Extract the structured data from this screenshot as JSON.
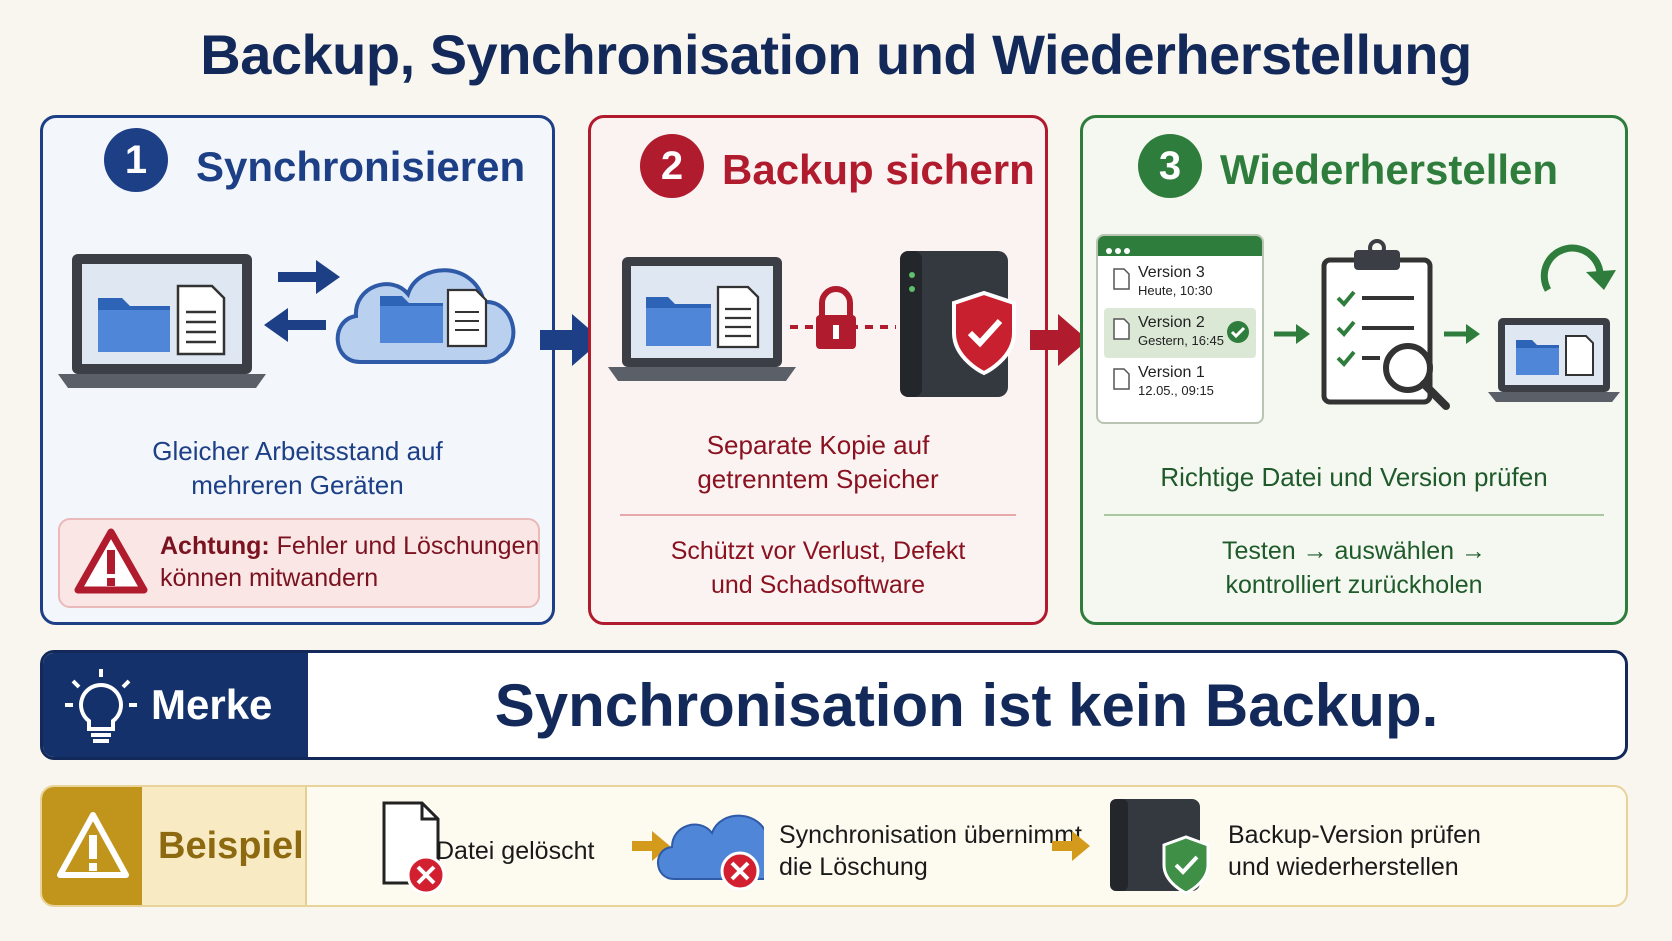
{
  "title": "Backup, Synchronisation und Wiederherstellung",
  "colors": {
    "blue": "#1c3f86",
    "red": "#b01b2d",
    "green": "#2f7d3c",
    "gold": "#c1951c",
    "navy": "#12295a"
  },
  "steps": [
    {
      "number": "1",
      "title": "Synchronisieren",
      "caption_lines": [
        "Gleicher Arbeitsstand auf",
        "mehreren Geräten"
      ],
      "warning_label": "Achtung:",
      "warning_rest": "Fehler und Löschungen",
      "warning_line2": "können mitwandern"
    },
    {
      "number": "2",
      "title": "Backup sichern",
      "caption_lines": [
        "Separate Kopie auf",
        "getrenntem Speicher"
      ],
      "detail_lines": [
        "Schützt vor Verlust, Defekt",
        "und Schadsoftware"
      ]
    },
    {
      "number": "3",
      "title": "Wiederherstellen",
      "versions": [
        {
          "name": "Version 3",
          "time": "Heute, 10:30"
        },
        {
          "name": "Version 2",
          "time": "Gestern, 16:45"
        },
        {
          "name": "Version 1",
          "time": "12.05., 09:15"
        }
      ],
      "caption": "Richtige Datei und Version prüfen",
      "detail_lines": [
        "Testen → auswählen →",
        "kontrolliert zurückholen"
      ]
    }
  ],
  "merke": {
    "label": "Merke",
    "statement": "Synchronisation ist kein Backup."
  },
  "example": {
    "label": "Beispiel",
    "step1": "Datei gelöscht",
    "step2_lines": [
      "Synchronisation übernimmt",
      "die Löschung"
    ],
    "step3_lines": [
      "Backup-Version prüfen",
      "und wiederherstellen"
    ]
  }
}
